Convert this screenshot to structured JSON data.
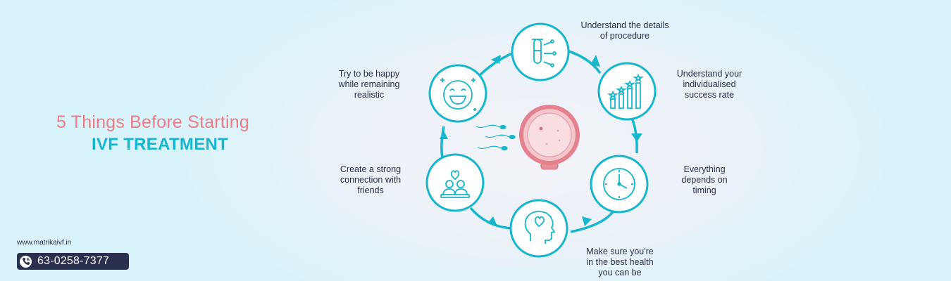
{
  "heading": {
    "title": "5 Things Before Starting",
    "subtitle": "IVF TREATMENT"
  },
  "contact": {
    "website": "www.matrikaivf.in",
    "phone": "63-0258-7377"
  },
  "steps": [
    {
      "label": "Understand the details of procedure",
      "lines": [
        "Understand the details",
        "of procedure"
      ],
      "icon": "test-tube-icon"
    },
    {
      "label": "Understand your individualised success rate",
      "lines": [
        "Understand your",
        "individualised",
        "success rate"
      ],
      "icon": "bar-chart-stars-icon"
    },
    {
      "label": "Everything depends on timing",
      "lines": [
        "Everything",
        "depends on",
        "timing"
      ],
      "icon": "clock-icon"
    },
    {
      "label": "Make sure you're in the best health you can be",
      "lines": [
        "Make sure you're",
        "in the best health",
        "you can be"
      ],
      "icon": "brain-heart-icon"
    },
    {
      "label": "Create a strong connection with friends",
      "lines": [
        "Create a strong",
        "connection with",
        "friends"
      ],
      "icon": "friends-heart-icon"
    },
    {
      "label": "Try to be happy while remaining realistic",
      "lines": [
        "Try to be happy",
        "while remaining",
        "realistic"
      ],
      "icon": "happy-face-icon"
    }
  ],
  "colors": {
    "accent": "#16b6cc",
    "pink": "#e97e86",
    "dark": "#2b2f4e"
  }
}
